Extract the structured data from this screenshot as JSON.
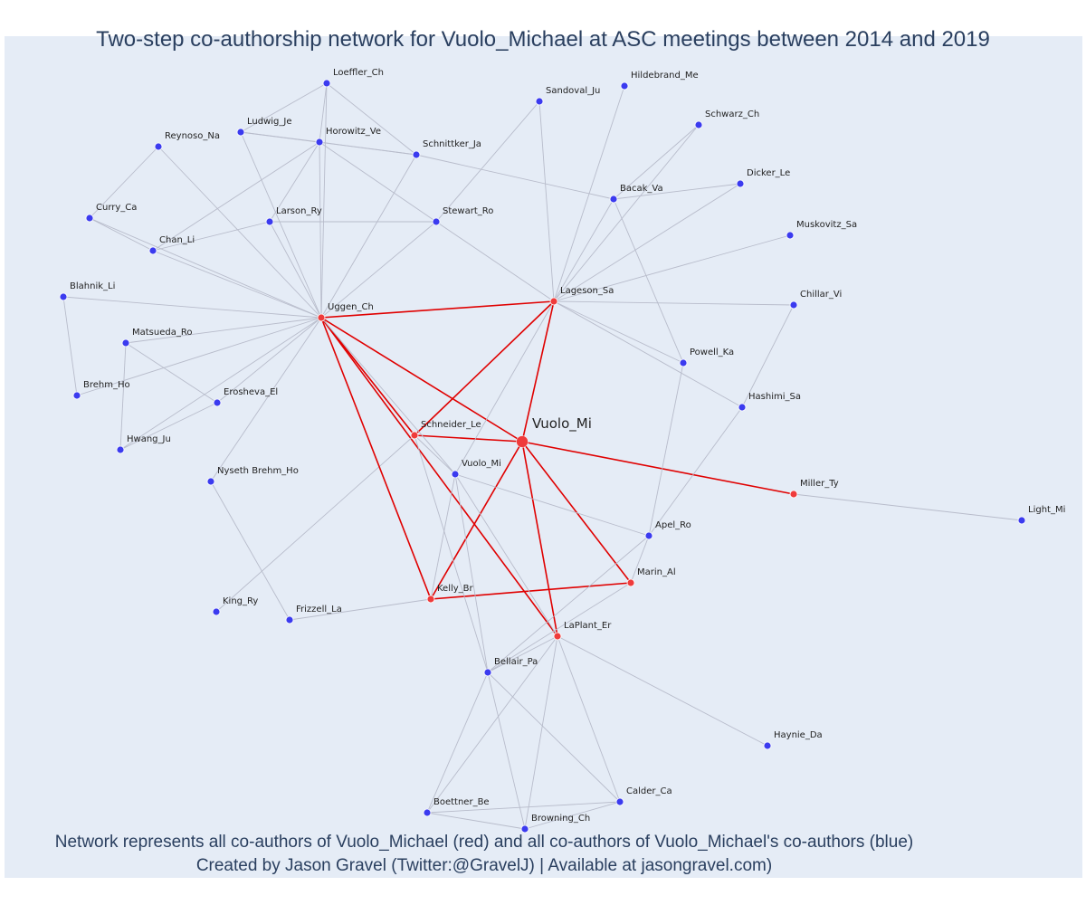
{
  "title": "Two-step co-authorship network for Vuolo_Michael at ASC meetings between 2014 and 2019",
  "caption": {
    "line1": "Network represents all co-authors of Vuolo_Michael (red) and all co-authors of Vuolo_Michael's co-authors (blue)",
    "line2": "Created by Jason Gravel (Twitter:@GravelJ) | Available at jasongravel.com)"
  },
  "colors": {
    "coauthor": "#ef3b3b",
    "second_step": "#3b3bef",
    "edge_focal": "#e00000",
    "edge_other": "#b8bccb",
    "background": "#e5ecf6"
  },
  "focal": "Vuolo_Mi",
  "nodes": [
    {
      "name": "Vuolo_Mi",
      "group": "focal"
    },
    {
      "name": "Uggen_Ch",
      "group": "coauthor"
    },
    {
      "name": "Lageson_Sa",
      "group": "coauthor"
    },
    {
      "name": "Schneider_Le",
      "group": "coauthor"
    },
    {
      "name": "Miller_Ty",
      "group": "coauthor"
    },
    {
      "name": "Kelly_Br",
      "group": "coauthor"
    },
    {
      "name": "Marin_Al",
      "group": "coauthor"
    },
    {
      "name": "LaPlant_Er",
      "group": "coauthor"
    },
    {
      "name": "Loeffler_Ch",
      "group": "other"
    },
    {
      "name": "Ludwig_Je",
      "group": "other"
    },
    {
      "name": "Horowitz_Ve",
      "group": "other"
    },
    {
      "name": "Schnittker_Ja",
      "group": "other"
    },
    {
      "name": "Reynoso_Na",
      "group": "other"
    },
    {
      "name": "Curry_Ca",
      "group": "other"
    },
    {
      "name": "Larson_Ry",
      "group": "other"
    },
    {
      "name": "Chan_Li",
      "group": "other"
    },
    {
      "name": "Stewart_Ro",
      "group": "other"
    },
    {
      "name": "Sandoval_Ju",
      "group": "other"
    },
    {
      "name": "Hildebrand_Me",
      "group": "other"
    },
    {
      "name": "Schwarz_Ch",
      "group": "other"
    },
    {
      "name": "Bacak_Va",
      "group": "other"
    },
    {
      "name": "Dicker_Le",
      "group": "other"
    },
    {
      "name": "Muskovitz_Sa",
      "group": "other"
    },
    {
      "name": "Blahnik_Li",
      "group": "other"
    },
    {
      "name": "Matsueda_Ro",
      "group": "other"
    },
    {
      "name": "Brehm_Ho",
      "group": "other"
    },
    {
      "name": "Erosheva_El",
      "group": "other"
    },
    {
      "name": "Hwang_Ju",
      "group": "other"
    },
    {
      "name": "Nyseth Brehm_Ho",
      "group": "other"
    },
    {
      "name": "Chillar_Vi",
      "group": "other"
    },
    {
      "name": "Powell_Ka",
      "group": "other"
    },
    {
      "name": "Hashimi_Sa",
      "group": "other"
    },
    {
      "name": "Vuolo_Mi",
      "group": "other"
    },
    {
      "name": "Apel_Ro",
      "group": "other"
    },
    {
      "name": "Light_Mi",
      "group": "other"
    },
    {
      "name": "King_Ry",
      "group": "other"
    },
    {
      "name": "Frizzell_La",
      "group": "other"
    },
    {
      "name": "Bellair_Pa",
      "group": "other"
    },
    {
      "name": "Haynie_Da",
      "group": "other"
    },
    {
      "name": "Boettner_Be",
      "group": "other"
    },
    {
      "name": "Calder_Ca",
      "group": "other"
    },
    {
      "name": "Browning_Ch",
      "group": "other"
    }
  ],
  "edges": [
    [
      0,
      1
    ],
    [
      0,
      2
    ],
    [
      0,
      3
    ],
    [
      0,
      4
    ],
    [
      0,
      5
    ],
    [
      0,
      6
    ],
    [
      0,
      7
    ],
    [
      1,
      2
    ],
    [
      1,
      3
    ],
    [
      1,
      7
    ],
    [
      2,
      3
    ],
    [
      5,
      6
    ],
    [
      1,
      8
    ],
    [
      1,
      9
    ],
    [
      1,
      10
    ],
    [
      1,
      11
    ],
    [
      1,
      12
    ],
    [
      1,
      13
    ],
    [
      1,
      14
    ],
    [
      1,
      15
    ],
    [
      1,
      16
    ],
    [
      1,
      23
    ],
    [
      1,
      24
    ],
    [
      1,
      25
    ],
    [
      1,
      26
    ],
    [
      1,
      27
    ],
    [
      1,
      28
    ],
    [
      1,
      32
    ],
    [
      8,
      9
    ],
    [
      8,
      10
    ],
    [
      8,
      11
    ],
    [
      9,
      10
    ],
    [
      9,
      11
    ],
    [
      10,
      11
    ],
    [
      10,
      14
    ],
    [
      10,
      16
    ],
    [
      10,
      15
    ],
    [
      11,
      20
    ],
    [
      12,
      13
    ],
    [
      13,
      15
    ],
    [
      14,
      16
    ],
    [
      15,
      14
    ],
    [
      23,
      25
    ],
    [
      24,
      26
    ],
    [
      24,
      27
    ],
    [
      27,
      26
    ],
    [
      2,
      17
    ],
    [
      2,
      18
    ],
    [
      2,
      19
    ],
    [
      2,
      20
    ],
    [
      2,
      21
    ],
    [
      2,
      22
    ],
    [
      2,
      29
    ],
    [
      2,
      30
    ],
    [
      2,
      31
    ],
    [
      2,
      16
    ],
    [
      2,
      32
    ],
    [
      17,
      16
    ],
    [
      20,
      21
    ],
    [
      20,
      19
    ],
    [
      20,
      30
    ],
    [
      28,
      36
    ],
    [
      3,
      35
    ],
    [
      3,
      32
    ],
    [
      3,
      37
    ],
    [
      32,
      7
    ],
    [
      32,
      33
    ],
    [
      32,
      5
    ],
    [
      32,
      37
    ],
    [
      4,
      34
    ],
    [
      30,
      33
    ],
    [
      31,
      33
    ],
    [
      29,
      31
    ],
    [
      5,
      36
    ],
    [
      6,
      33
    ],
    [
      33,
      37
    ],
    [
      7,
      37
    ],
    [
      7,
      38
    ],
    [
      7,
      39
    ],
    [
      7,
      40
    ],
    [
      7,
      41
    ],
    [
      37,
      39
    ],
    [
      37,
      40
    ],
    [
      37,
      41
    ],
    [
      39,
      40
    ],
    [
      39,
      41
    ],
    [
      41,
      40
    ],
    [
      6,
      37
    ],
    [
      1,
      5
    ]
  ]
}
